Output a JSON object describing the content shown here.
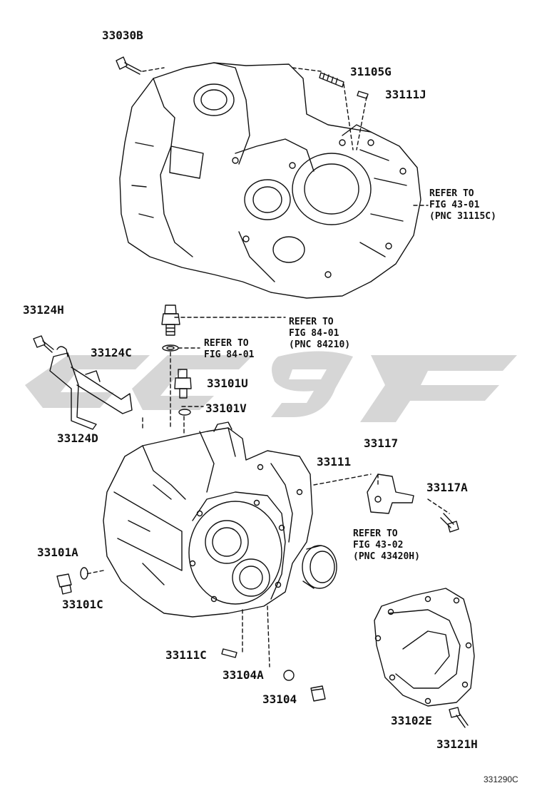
{
  "part_labels": {
    "p33030B": "33030B",
    "p31105G": "31105G",
    "p33111J": "33111J",
    "p33124H": "33124H",
    "p33124C": "33124C",
    "p33101U": "33101U",
    "p33101V": "33101V",
    "p33124D": "33124D",
    "p33117": "33117",
    "p33111": "33111",
    "p33117A": "33117A",
    "p33101A": "33101A",
    "p33101C": "33101C",
    "p33111C": "33111C",
    "p33104A": "33104A",
    "p33104": "33104",
    "p33102E": "33102E",
    "p33121H": "33121H"
  },
  "refs": {
    "fig4301": {
      "line1": "REFER TO",
      "line2": "FIG 43-01",
      "line3": "(PNC 31115C)"
    },
    "fig8401a": {
      "line1": "REFER TO",
      "line2": "FIG 84-01",
      "line3": "(PNC 84210)"
    },
    "fig8401b": {
      "line1": "REFER TO",
      "line2": "FIG 84-01"
    },
    "fig4302": {
      "line1": "REFER TO",
      "line2": "FIG 43-02",
      "line3": "(PNC 43420H)"
    }
  },
  "figure_code": "331290C",
  "colors": {
    "ink": "#111111",
    "watermark": "#d4d4d4"
  }
}
